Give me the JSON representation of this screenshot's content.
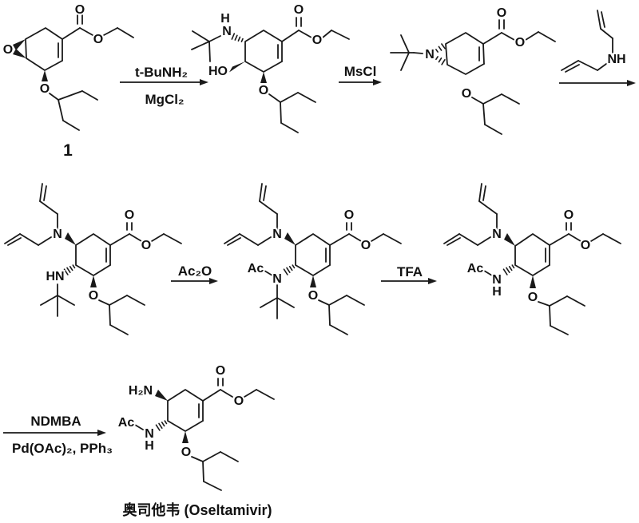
{
  "scheme": {
    "compound_number_1": "1",
    "product_name": "奥司他韦 (Oseltamivir)"
  },
  "reagents": {
    "step1_above": "t-BuNH₂",
    "step1_below": "MgCl₂",
    "step2_above": "MsCl",
    "step4_above": "Ac₂O",
    "step5_above": "TFA",
    "step6_above": "NDMBA",
    "step6_below": "Pd(OAc)₂, PPh₃"
  },
  "atoms": {
    "O": "O",
    "N": "N",
    "NH": "NH",
    "HN": "HN",
    "HO": "HO",
    "Ac": "Ac",
    "H": "H",
    "H2N": "H₂N"
  },
  "colors": {
    "ink": "#1a1a1a",
    "background": "#ffffff"
  }
}
